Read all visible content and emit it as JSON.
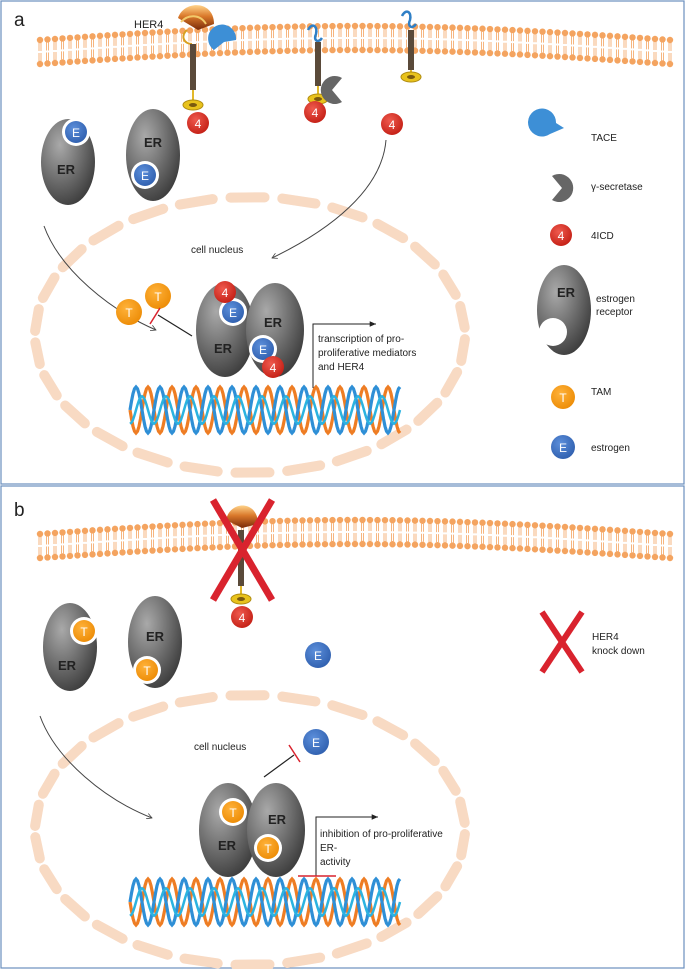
{
  "panel_a": {
    "letter": "a",
    "her4_label": "HER4",
    "nucleus_label": "cell nucleus",
    "transcription_line1": "transcription of pro-",
    "transcription_line2": "proliferative  mediators",
    "transcription_line3": "and HER4",
    "er_label": "ER",
    "e_label": "E",
    "t_label": "T",
    "icd_label": "4"
  },
  "panel_b": {
    "letter": "b",
    "nucleus_label": "cell nucleus",
    "inhibition_line1": "inhibition of pro-proliferative",
    "inhibition_line2": "ER-",
    "inhibition_line3": "activity",
    "er_label": "ER",
    "e_label": "E",
    "t_label": "T",
    "icd_label": "4"
  },
  "legend_a": {
    "tace": "TACE",
    "gamma_secretase": "γ-secretase",
    "icd": "4ICD",
    "icd_symbol": "4",
    "er_symbol": "ER",
    "estrogen_receptor_line1": "estrogen",
    "estrogen_receptor_line2": "receptor",
    "tam_symbol": "T",
    "tam": "TAM",
    "estrogen_symbol": "E",
    "estrogen": "estrogen"
  },
  "legend_b": {
    "knockdown_line1": "HER4",
    "knockdown_line2": "knock down"
  },
  "colors": {
    "membrane": "#f4a460",
    "tace": "#3d8fd6",
    "secretase": "#666666",
    "icd": "#d62a1e",
    "er": "#707070",
    "tam": "#f59a0c",
    "estrogen": "#3f6fc4",
    "dna_orange": "#ee7d24",
    "dna_blue": "#2f8fd6",
    "knockdown_x": "#d9232e",
    "frame": "#6a8fbf"
  }
}
